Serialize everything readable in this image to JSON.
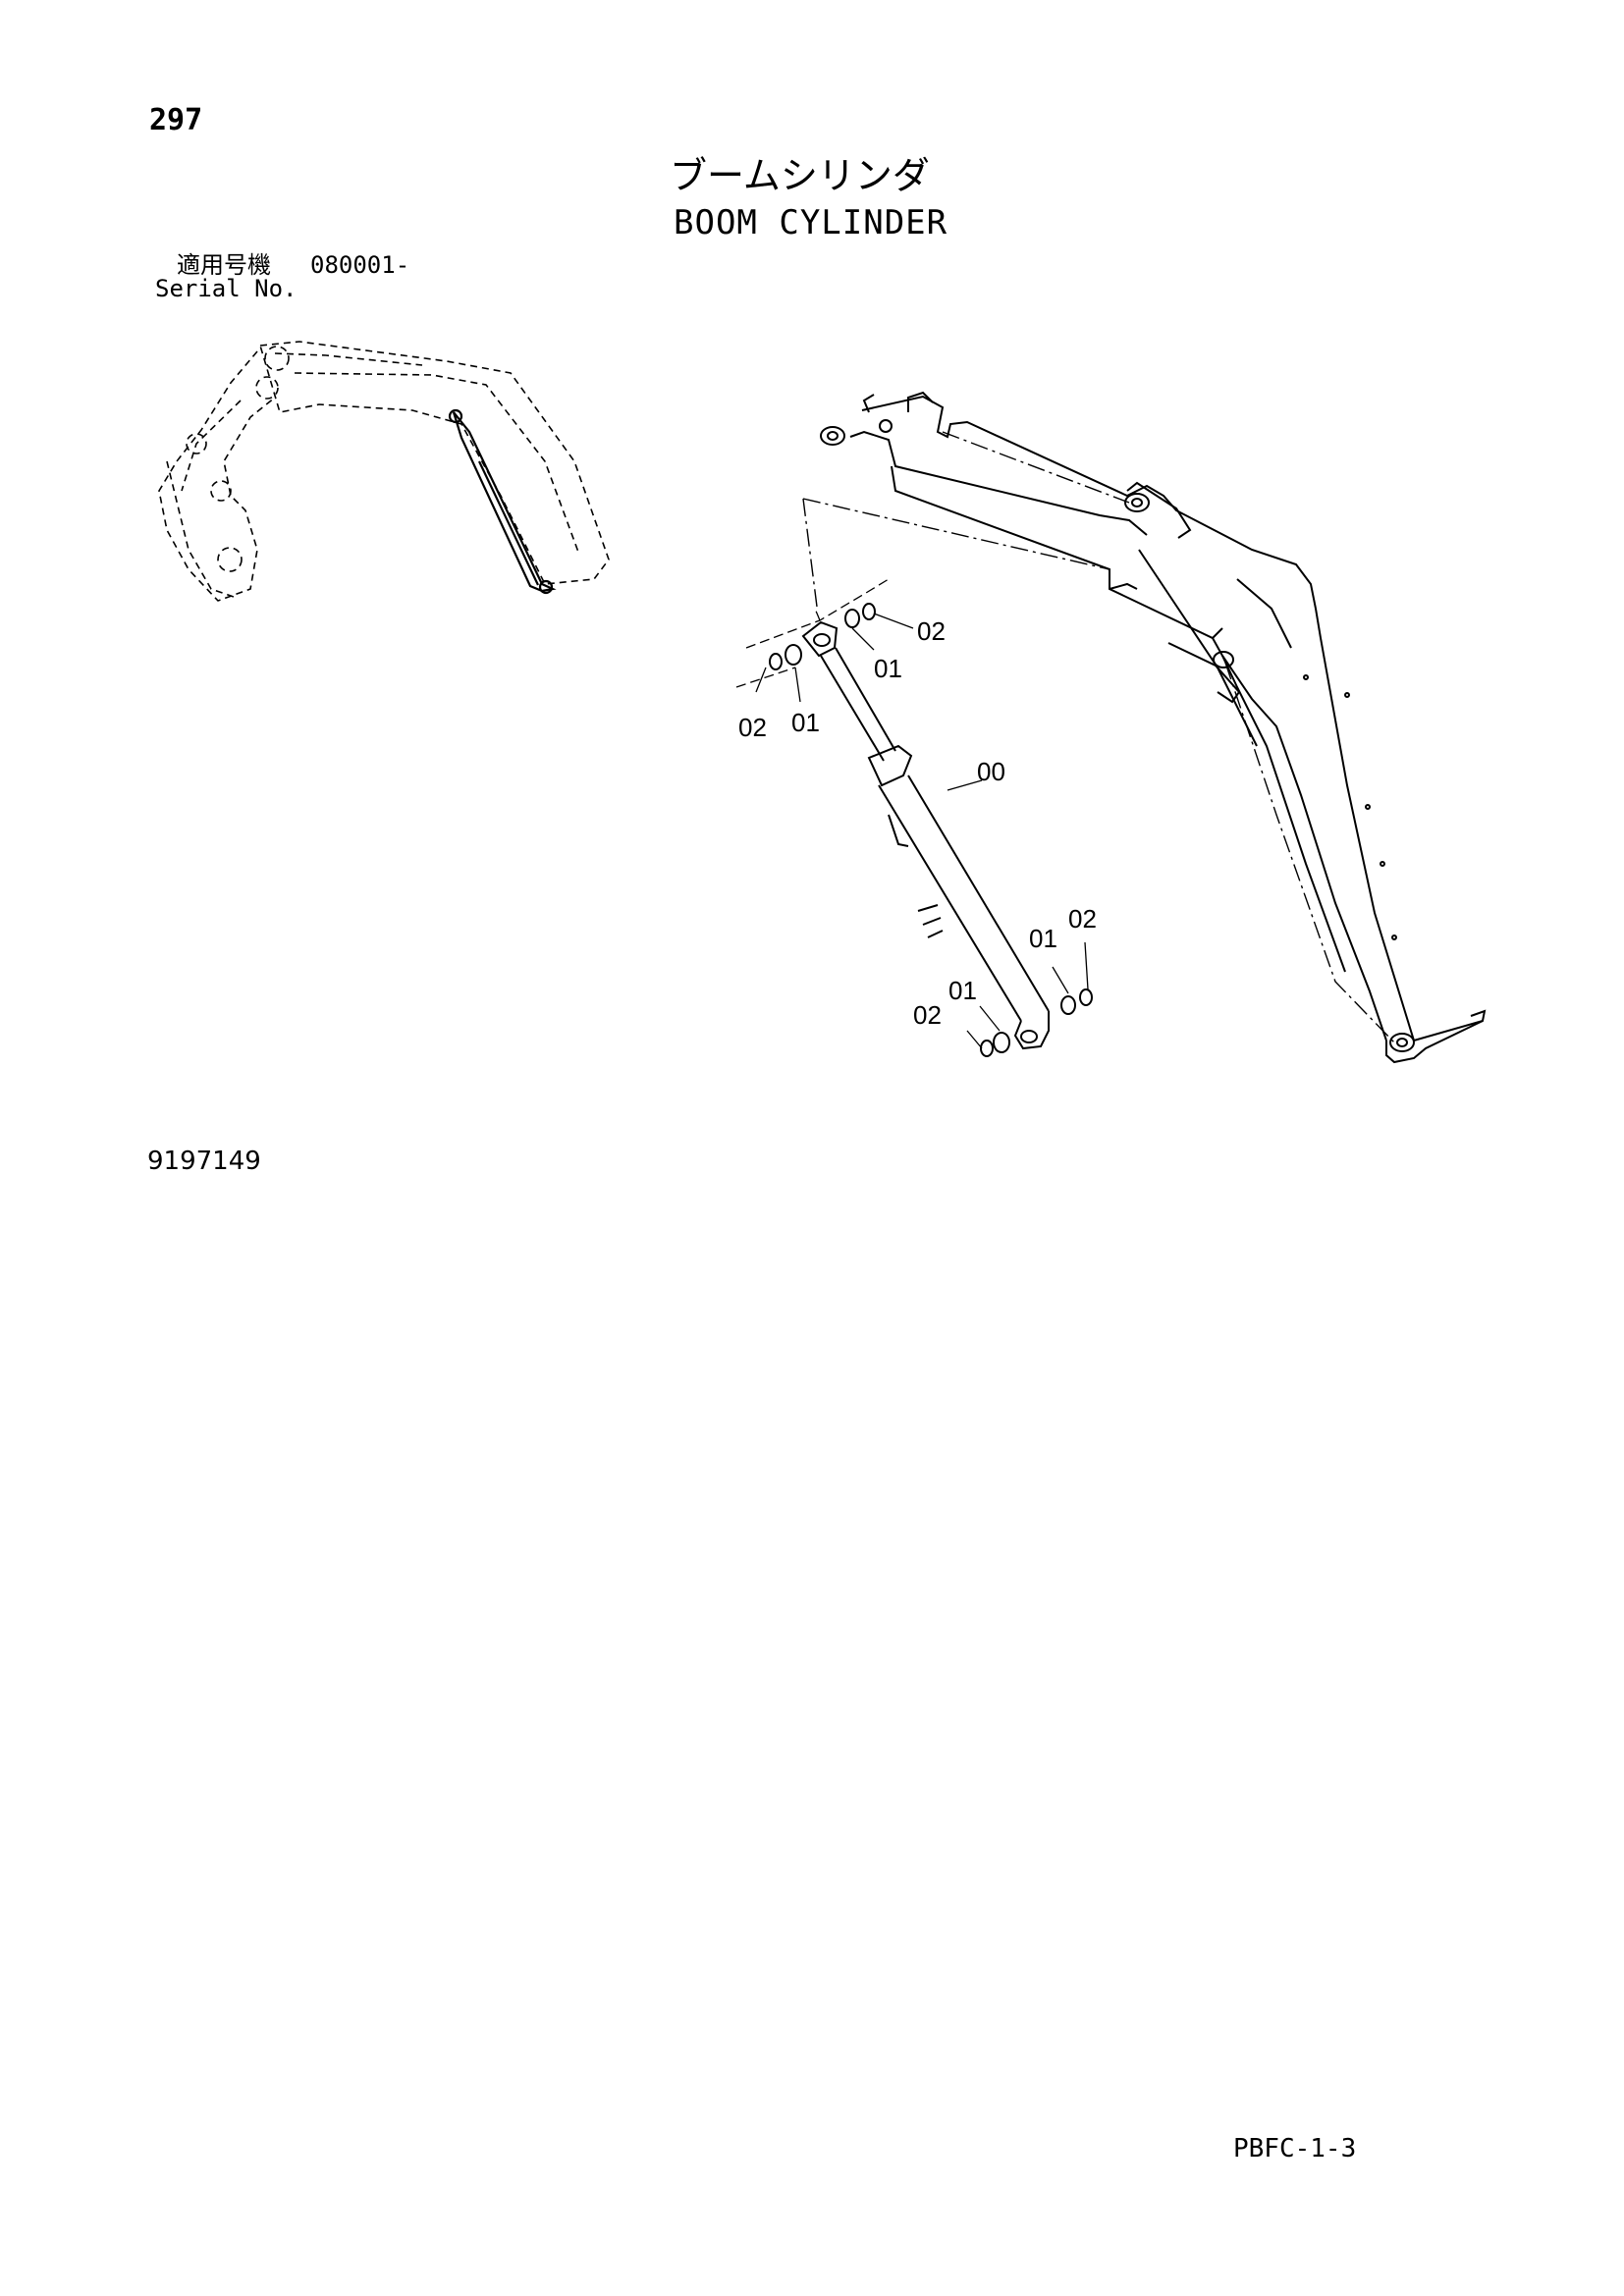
{
  "header": {
    "page_number": "297",
    "title_ja": "ブームシリンダ",
    "title_en": "BOOM CYLINDER",
    "serial_label_ja": "適用号機",
    "serial_range": "080001-",
    "serial_label_en": "Serial No."
  },
  "drawing": {
    "callouts": [
      "02",
      "01",
      "02",
      "01",
      "00",
      "01",
      "02",
      "01",
      "02"
    ],
    "drawing_number": "9197149"
  },
  "footer": {
    "page_code": "PBFC-1-3"
  }
}
